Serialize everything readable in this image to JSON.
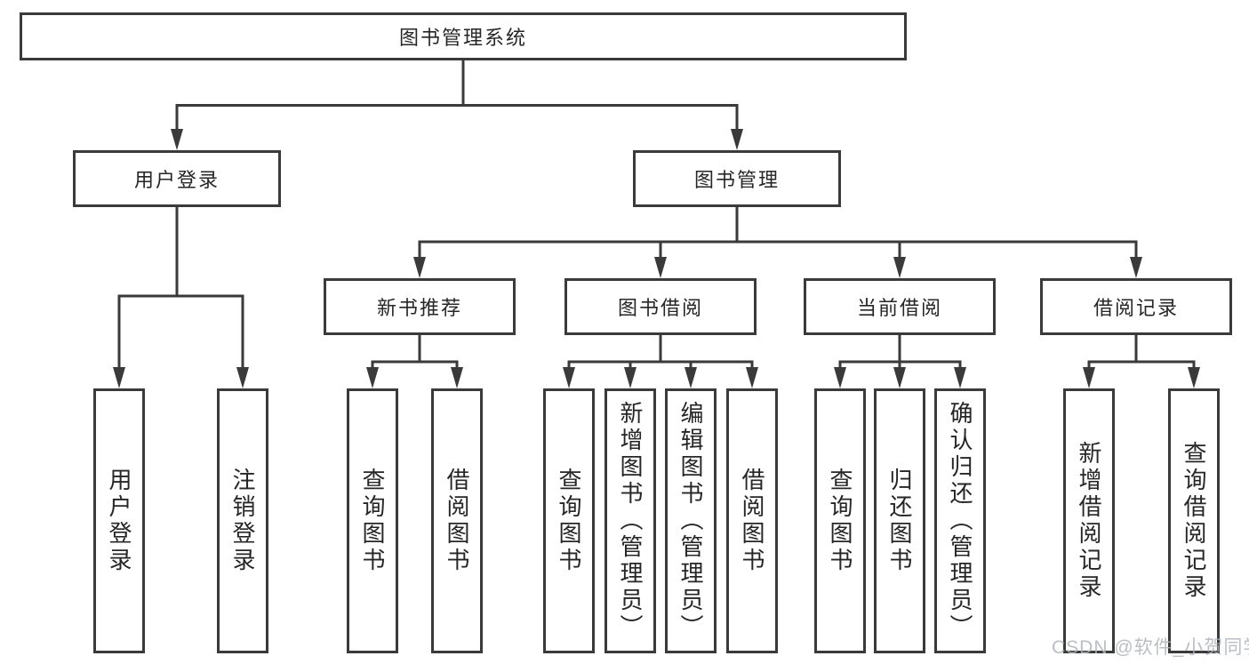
{
  "tree": {
    "label": "图书管理系统",
    "children": [
      {
        "label": "用户登录",
        "children": [
          {
            "label": "用户登录"
          },
          {
            "label": "注销登录"
          }
        ]
      },
      {
        "label": "图书管理",
        "children": [
          {
            "label": "新书推荐",
            "children": [
              {
                "label": "查询图书"
              },
              {
                "label": "借阅图书"
              }
            ]
          },
          {
            "label": "图书借阅",
            "children": [
              {
                "label": "查询图书"
              },
              {
                "label": "新增图书（管理员）"
              },
              {
                "label": "编辑图书（管理员）"
              },
              {
                "label": "借阅图书"
              }
            ]
          },
          {
            "label": "当前借阅",
            "children": [
              {
                "label": "查询图书"
              },
              {
                "label": "归还图书"
              },
              {
                "label": "确认归还（管理员）"
              }
            ]
          },
          {
            "label": "借阅记录",
            "children": [
              {
                "label": "新增借阅记录"
              },
              {
                "label": "查询借阅记录"
              }
            ]
          }
        ]
      }
    ]
  },
  "watermark": {
    "text": "CSDN @软件_小贺同学"
  },
  "colors": {
    "line": "#3a3a3a",
    "text": "#262626",
    "watermark": "#b0b3ba",
    "background": "#ffffff"
  }
}
